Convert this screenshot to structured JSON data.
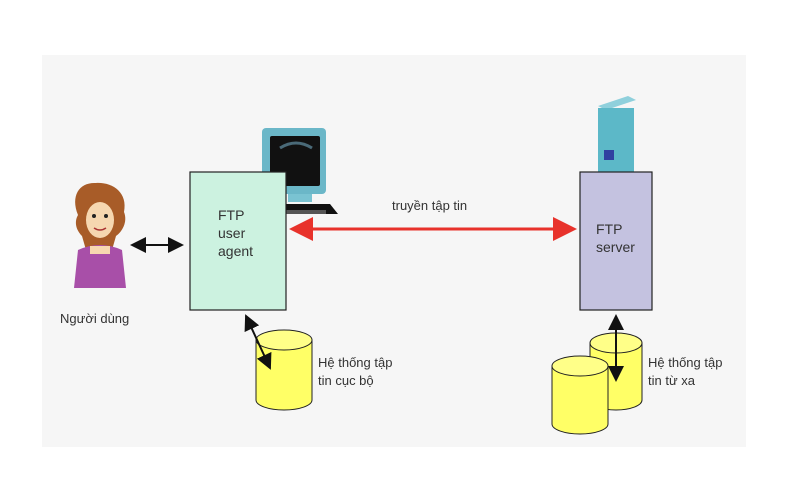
{
  "user": {
    "label": "Người dùng"
  },
  "user_agent": {
    "line1": "FTP",
    "line2": "user",
    "line3": "agent"
  },
  "server": {
    "line1": "FTP",
    "line2": "server"
  },
  "transfer": {
    "label": "truyền tập tin"
  },
  "local_fs": {
    "line1": "Hệ thống tập",
    "line2": "tin cục bộ"
  },
  "remote_fs": {
    "line1": "Hệ thống tập",
    "line2": "tin từ xa"
  },
  "colors": {
    "agent_box": "#ccf2e0",
    "server_box": "#c4c2e0",
    "transfer_arrow": "#e8322b",
    "disk": "#ffff66",
    "panel": "#f6f6f6"
  }
}
